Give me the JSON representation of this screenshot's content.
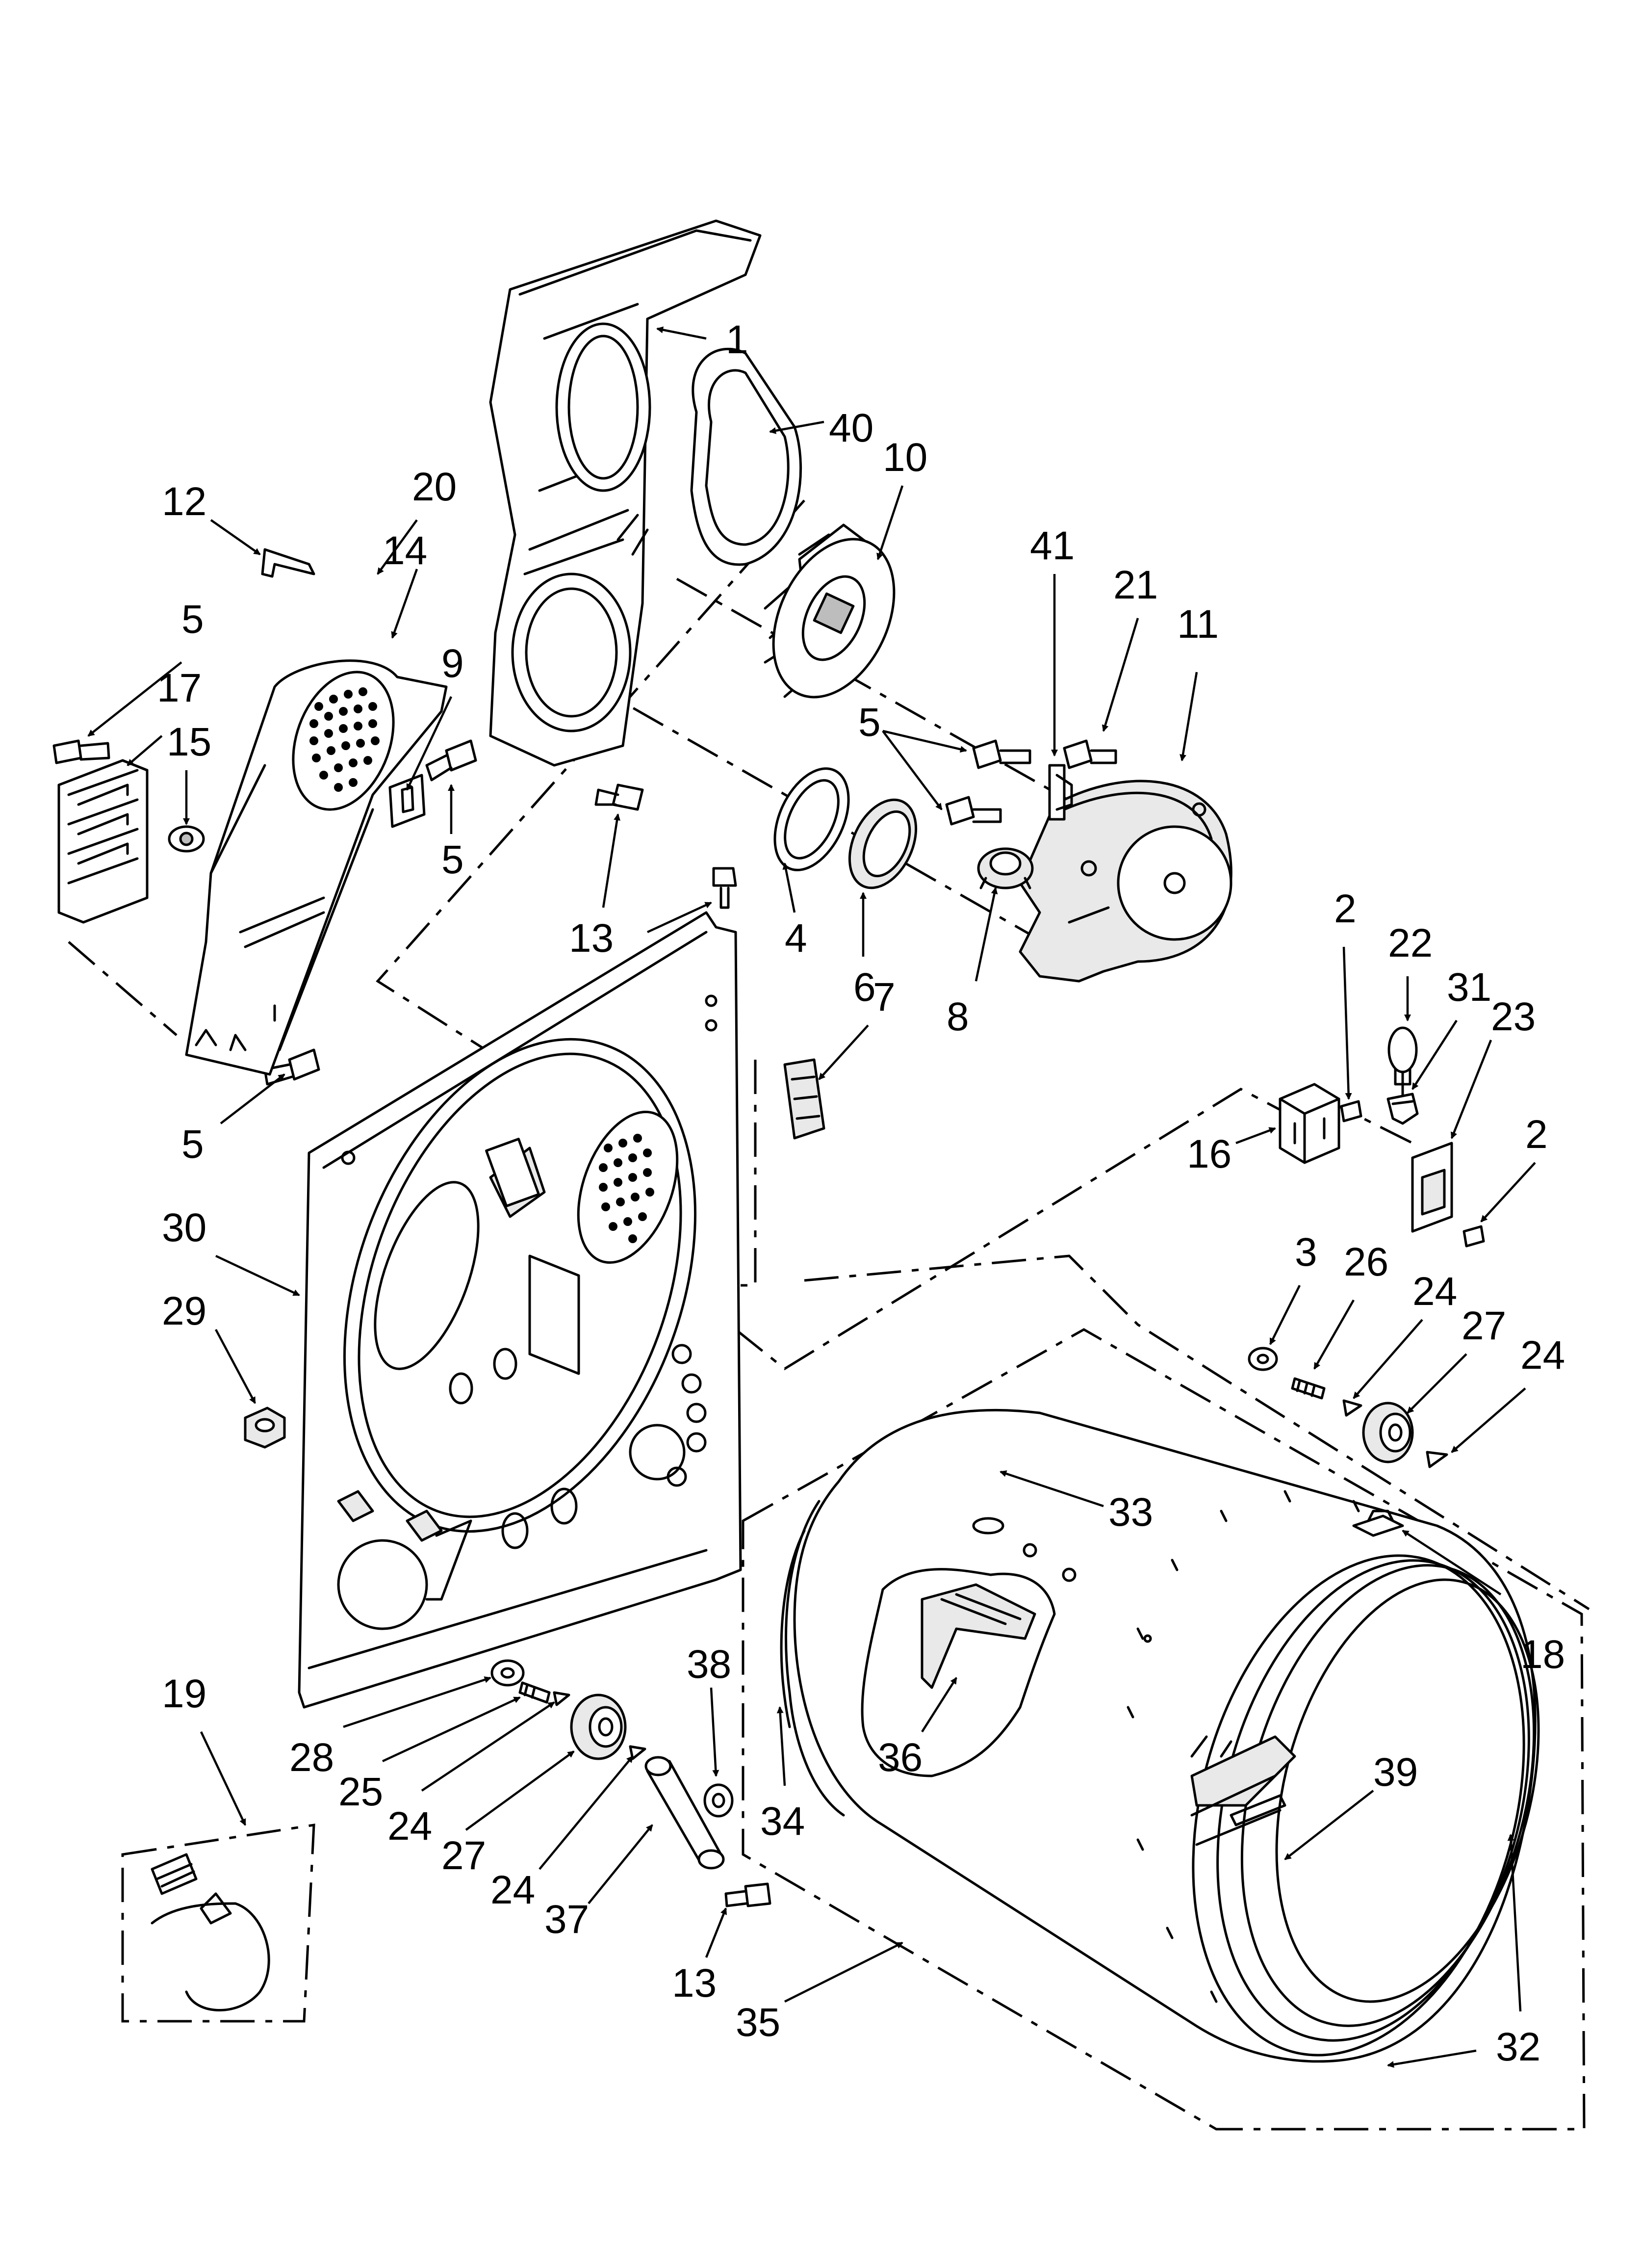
{
  "diagram": {
    "callouts": [
      {
        "id": "c1",
        "label": "1"
      },
      {
        "id": "c40",
        "label": "40"
      },
      {
        "id": "c10",
        "label": "10"
      },
      {
        "id": "c12",
        "label": "12"
      },
      {
        "id": "c20",
        "label": "20"
      },
      {
        "id": "c14",
        "label": "14"
      },
      {
        "id": "c41",
        "label": "41"
      },
      {
        "id": "c21",
        "label": "21"
      },
      {
        "id": "c11",
        "label": "11"
      },
      {
        "id": "c5a",
        "label": "5"
      },
      {
        "id": "c17",
        "label": "17"
      },
      {
        "id": "c15",
        "label": "15"
      },
      {
        "id": "c9",
        "label": "9"
      },
      {
        "id": "c5b",
        "label": "5"
      },
      {
        "id": "c5c",
        "label": "5"
      },
      {
        "id": "c13a",
        "label": "13"
      },
      {
        "id": "c4",
        "label": "4"
      },
      {
        "id": "c6",
        "label": "6"
      },
      {
        "id": "c8",
        "label": "8"
      },
      {
        "id": "c2a",
        "label": "2"
      },
      {
        "id": "c22",
        "label": "22"
      },
      {
        "id": "c31",
        "label": "31"
      },
      {
        "id": "c23",
        "label": "23"
      },
      {
        "id": "c7",
        "label": "7"
      },
      {
        "id": "c5d",
        "label": "5"
      },
      {
        "id": "c16",
        "label": "16"
      },
      {
        "id": "c2b",
        "label": "2"
      },
      {
        "id": "c30",
        "label": "30"
      },
      {
        "id": "c3",
        "label": "3"
      },
      {
        "id": "c26",
        "label": "26"
      },
      {
        "id": "c24a",
        "label": "24"
      },
      {
        "id": "c27a",
        "label": "27"
      },
      {
        "id": "c24b",
        "label": "24"
      },
      {
        "id": "c29",
        "label": "29"
      },
      {
        "id": "c33",
        "label": "33"
      },
      {
        "id": "c18",
        "label": "18"
      },
      {
        "id": "c38",
        "label": "38"
      },
      {
        "id": "c19",
        "label": "19"
      },
      {
        "id": "c28",
        "label": "28"
      },
      {
        "id": "c25",
        "label": "25"
      },
      {
        "id": "c24c",
        "label": "24"
      },
      {
        "id": "c27b",
        "label": "27"
      },
      {
        "id": "c24d",
        "label": "24"
      },
      {
        "id": "c37",
        "label": "37"
      },
      {
        "id": "c36",
        "label": "36"
      },
      {
        "id": "c34",
        "label": "34"
      },
      {
        "id": "c39",
        "label": "39"
      },
      {
        "id": "c13b",
        "label": "13"
      },
      {
        "id": "c35",
        "label": "35"
      },
      {
        "id": "c32",
        "label": "32"
      }
    ]
  }
}
